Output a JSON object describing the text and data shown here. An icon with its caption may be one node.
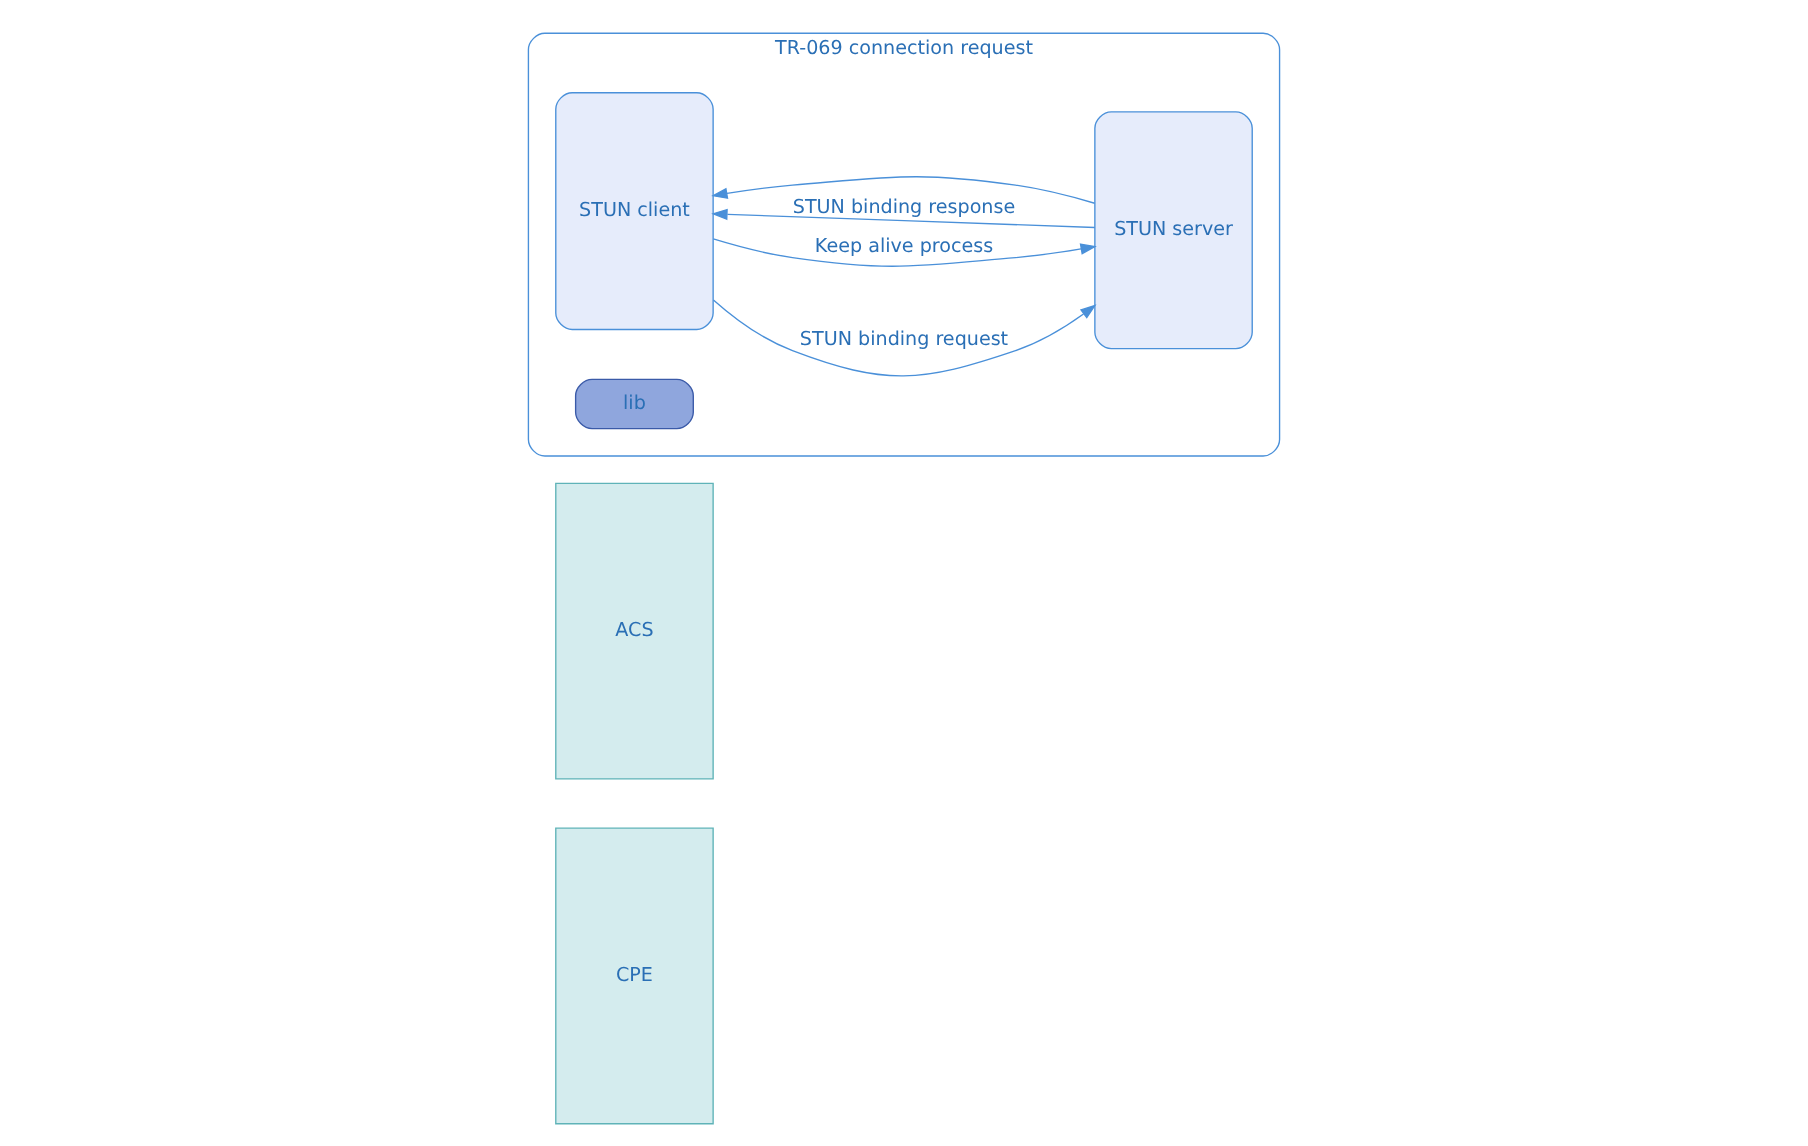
{
  "diagram": {
    "nodes": [
      {
        "text": [
          "CPE"
        ]
      },
      {
        "text": [
          "ACS"
        ]
      },
      {
        "text": [
          "TR-069 connection request"
        ]
      },
      {
        "text": [
          "STUN client"
        ],
        "in": 2
      },
      {
        "text": [
          "STUN server"
        ],
        "in": 2
      },
      {
        "text": [
          "lib"
        ],
        "in": 2
      }
    ],
    "edges": [
      {
        "from": 3,
        "to": 4,
        "arrow": "to",
        "label": "STUN binding request"
      },
      {
        "from": 4,
        "to": 3,
        "arrow": "to",
        "label": "STUN binding response"
      },
      {
        "from": 3,
        "to": 4,
        "arrow": "to",
        "label": "Keep alive process"
      },
      {
        "from": 4,
        "to": 3,
        "arrow": "to"
      }
    ]
  }
}
